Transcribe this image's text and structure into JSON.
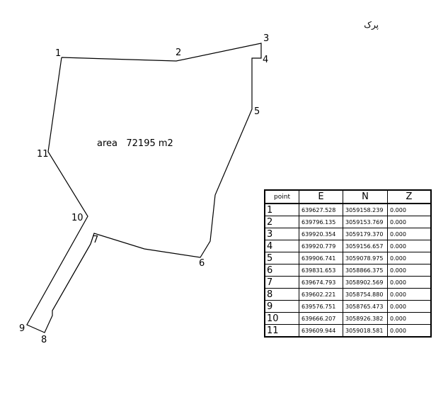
{
  "title": "پرک",
  "area_label": "area   72195 m2",
  "vertex_labels": [
    "1",
    "2",
    "3",
    "4",
    "5",
    "6",
    "7",
    "8",
    "9",
    "10",
    "11"
  ],
  "table": {
    "headers": [
      "point",
      "E",
      "N",
      "Z"
    ],
    "rows": [
      [
        "1",
        "639627.528",
        "3059158.239",
        "0.000"
      ],
      [
        "2",
        "639796.135",
        "3059153.769",
        "0.000"
      ],
      [
        "3",
        "639920.354",
        "3059179.370",
        "0.000"
      ],
      [
        "4",
        "639920.779",
        "3059156.657",
        "0.000"
      ],
      [
        "5",
        "639906.741",
        "3059078.975",
        "0.000"
      ],
      [
        "6",
        "639831.653",
        "3058866.375",
        "0.000"
      ],
      [
        "7",
        "639674.793",
        "3058902.569",
        "0.000"
      ],
      [
        "8",
        "639602.221",
        "3058754.880",
        "0.000"
      ],
      [
        "9",
        "639576.751",
        "3058765.473",
        "0.000"
      ],
      [
        "10",
        "639666.207",
        "3058926.382",
        "0.000"
      ],
      [
        "11",
        "639609.944",
        "3059018.581",
        "0.000"
      ]
    ]
  }
}
